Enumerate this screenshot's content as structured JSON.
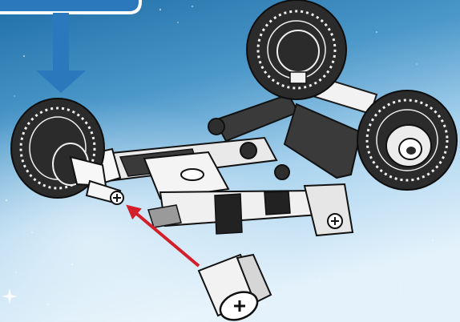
{
  "background": {
    "gradient": [
      "#1f6ea6",
      "#4a97c9",
      "#a9d3ee",
      "#e4f2fb"
    ],
    "sparkle_color": "#ffffff"
  },
  "callout": {
    "color": "#2b78bd",
    "outline": "#ffffff",
    "arrow_direction": "down"
  },
  "instruction_arrow": {
    "color": "#d31f2a",
    "direction": "insert-into-axle-end"
  },
  "parts": {
    "wheel_count": 3,
    "tire_color": "#2b2b2b",
    "hub_color": "#ffffff",
    "beam_color": "#3a3a3a",
    "connector_color": "#e9e9e9",
    "loose_part": "axle-connector"
  }
}
